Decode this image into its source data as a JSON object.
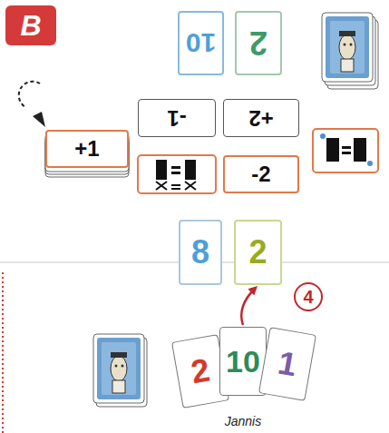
{
  "diagram": {
    "nodes": [
      {
        "text": [
          "10"
        ]
      },
      {
        "text": [
          "2"
        ]
      },
      {
        "text": [
          "+1"
        ]
      },
      {
        "text": [
          "-1"
        ]
      },
      {
        "text": [
          "+2"
        ]
      },
      {
        "text": [
          "-2"
        ]
      },
      {
        "text": [
          "8"
        ]
      },
      {
        "text": [
          "2"
        ]
      },
      {
        "text": [
          "2"
        ]
      },
      {
        "text": [
          "10"
        ]
      },
      {
        "text": [
          "1"
        ]
      }
    ],
    "edges": [
      {
        "from": 9,
        "to": 7,
        "arrow": "to"
      }
    ],
    "labels": [
      "B",
      "4",
      "Jannis"
    ]
  }
}
